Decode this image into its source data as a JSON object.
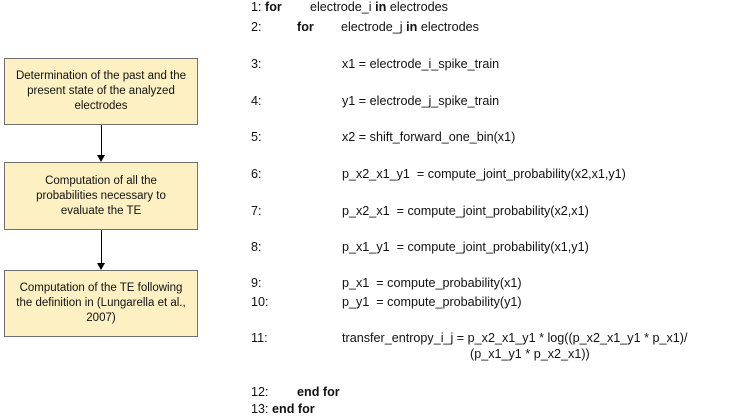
{
  "flowchart": {
    "steps": [
      "Determination of the past and the present state of the analyzed electrodes",
      "Computation of all the probabilities necessary to evaluate the TE",
      "Computation of the TE following the definition in (Lungarella et al., 2007)"
    ]
  },
  "algorithm": {
    "lines": [
      {
        "num": "1:",
        "keyword": "for",
        "text": "electrode_i",
        "keyword2": "in",
        "text2": "electrodes"
      },
      {
        "num": "2:",
        "keyword": "for",
        "text": "electrode_j",
        "keyword2": "in",
        "text2": "electrodes"
      },
      {
        "num": "3:",
        "text": "x1 = electrode_i_spike_train"
      },
      {
        "num": "4:",
        "text": "y1 = electrode_j_spike_train"
      },
      {
        "num": "5:",
        "text": "x2 = shift_forward_one_bin(x1)"
      },
      {
        "num": "6:",
        "text": "p_x2_x1_y1  = compute_joint_probability(x2,x1,y1)"
      },
      {
        "num": "7:",
        "text": "p_x2_x1  = compute_joint_probability(x2,x1)"
      },
      {
        "num": "8:",
        "text": "p_x1_y1  = compute_joint_probability(x1,y1)"
      },
      {
        "num": "9:",
        "text": "p_x1  = compute_probability(x1)"
      },
      {
        "num": "10:",
        "text": "p_y1  = compute_probability(y1)"
      },
      {
        "num": "11:",
        "text": "transfer_entropy_i_j = p_x2_x1_y1 * log((p_x2_x1_y1 * p_x1)/",
        "text_cont": "(p_x1_y1 * p_x2_x1))"
      },
      {
        "num": "12:",
        "keyword": "end for"
      },
      {
        "num": "13:",
        "keyword": "end for"
      }
    ]
  }
}
